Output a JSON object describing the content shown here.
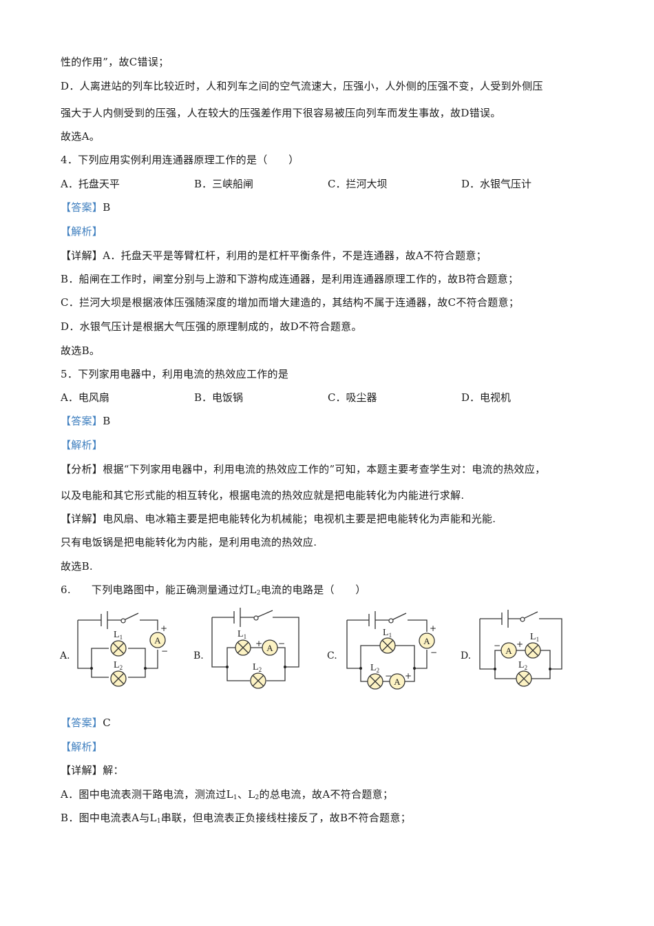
{
  "lines": {
    "l1": "性的作用”，故C错误；",
    "l2": "D．人离进站的列车比较近时，人和列车之间的空气流速大，压强小，人外侧的压强不变，人受到外侧压",
    "l3": "强大于人内侧受到的压强，人在较大的压强差作用下很容易被压向列车而发生事故，故D错误。",
    "l4": "故选A。"
  },
  "q4": {
    "stem": "4．下列应用实例利用连通器原理工作的是（　　）",
    "options": [
      "A．托盘天平",
      "B．三峡船闸",
      "C．拦河大坝",
      "D．水银气压计"
    ],
    "answer_tag": "【答案】",
    "answer": "B",
    "analysis_tag": "【解析】",
    "detail_tag": "【详解】",
    "detail": [
      "A．托盘天平是等臂杠杆，利用的是杠杆平衡条件，不是连通器，故A不符合题意；",
      "B．船闸在工作时，闸室分别与上游和下游构成连通器，是利用连通器原理工作的，故B符合题意；",
      "C．拦河大坝是根据液体压强随深度的增加而增大建造的，其结构不属于连通器，故C不符合题意；",
      "D．水银气压计是根据大气压强的原理制成的，故D不符合题意。"
    ],
    "conclusion": "故选B。"
  },
  "q5": {
    "stem": "5．下列家用电器中，利用电流的热效应工作的是",
    "options": [
      "A．电风扇",
      "B．电饭锅",
      "C．吸尘器",
      "D．电视机"
    ],
    "answer_tag": "【答案】",
    "answer": "B",
    "analysis_tag": "【解析】",
    "fenxi_tag": "【分析】",
    "fenxi_1": "根据“下列家用电器中，利用电流的热效应工作的”可知，本题主要考查学生对：电流的热效应，",
    "fenxi_2": "以及电能和其它形式能的相互转化，根据电流的热效应就是把电能转化为内能进行求解.",
    "detail_tag": "【详解】",
    "detail_1": "电风扇、电冰箱主要是把电能转化为机械能；电视机主要是把电能转化为声能和光能.",
    "detail_2": "只有电饭锅是把电能转化为内能，是利用电流的热效应.",
    "conclusion": "故选B."
  },
  "q6": {
    "num": "6.",
    "stem_a": "下列电路图中，能正确测量通过灯L",
    "stem_sub": "2",
    "stem_b": "电流的电路是（　　）",
    "circuit_labels": [
      "A.",
      "B.",
      "C.",
      "D."
    ],
    "lamp1": "L1",
    "lamp2": "L2",
    "ammeter": "A",
    "plus": "+",
    "minus": "−",
    "answer_tag": "【答案】",
    "answer": "C",
    "analysis_tag": "【解析】",
    "detail_tag": "【详解】",
    "detail_head": "解：",
    "detail_a1": "A．图中电流表测干路电流，测流过L",
    "detail_a_sub1": "1",
    "detail_a2": "、L",
    "detail_a_sub2": "2",
    "detail_a3": "的总电流，故A不符合题意；",
    "detail_b1": "B．图中电流表A与L",
    "detail_b_sub": "1",
    "detail_b2": "串联，但电流表正负接线柱接反了，故B不符合题意；"
  },
  "colors": {
    "tag_blue": "#3f7fbf",
    "lamp_fill": "#fdf3c4",
    "wire": "#333333"
  }
}
